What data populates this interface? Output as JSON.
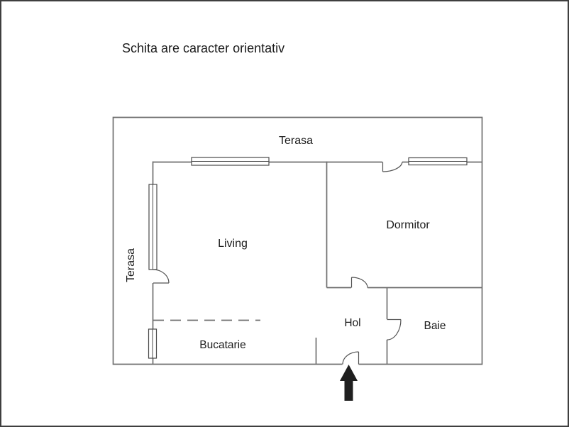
{
  "title": "Schita are caracter orientativ",
  "rooms": {
    "terasa_top": "Terasa",
    "terasa_left": "Terasa",
    "living": "Living",
    "dormitor": "Dormitor",
    "hol": "Hol",
    "baie": "Baie",
    "bucatarie": "Bucatarie"
  },
  "icons": {
    "entrance_arrow": "up-arrow-entrance-marker"
  },
  "colors": {
    "wall_line": "#6f6f6f",
    "window_border": "#4a4a4a",
    "door_line": "#555555",
    "text": "#1b1b1b",
    "arrow": "#1f1f1f",
    "page_border": "#3f3f3f",
    "background": "#ffffff"
  }
}
